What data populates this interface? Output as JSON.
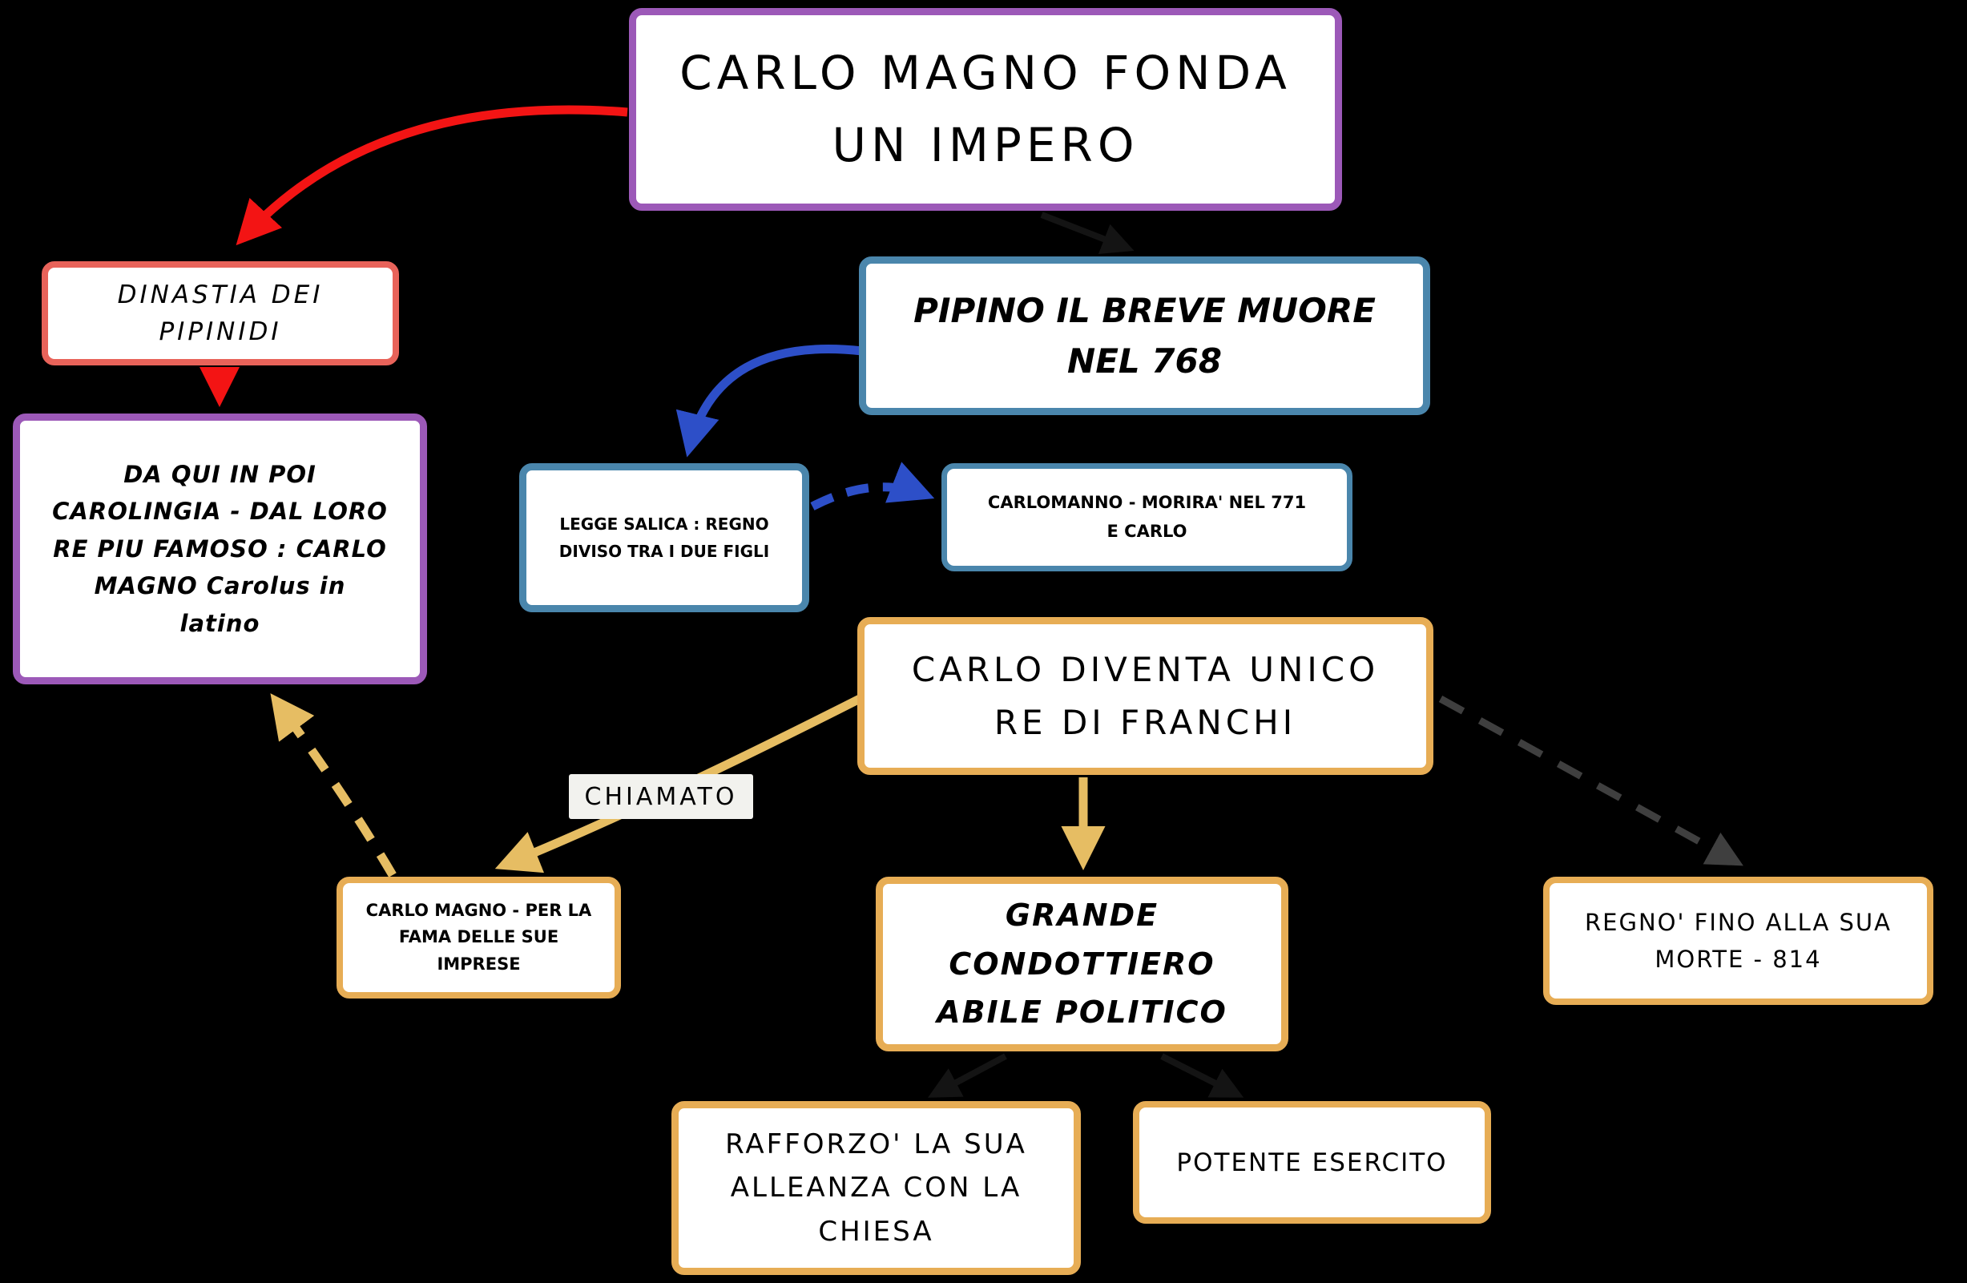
{
  "page": {
    "background": "#000000"
  },
  "colors": {
    "purple": "#9c59b8",
    "red": "#e8635a",
    "blue": "#4a86ac",
    "orange": "#e7ad55",
    "arrow_red": "#f31414",
    "arrow_blue": "#2d4fc8",
    "arrow_tan": "#e6bd63",
    "arrow_dark": "#3f3f3f",
    "arrow_hidden": "#141414",
    "box_bg": "#ffffff",
    "text": "#000000",
    "chiamato_bg": "#f2f2ee"
  },
  "nodes": {
    "title": {
      "text": "CARLO MAGNO FONDA\nUN IMPERO"
    },
    "dinastia": {
      "text": "DINASTIA DEI\nPIPINIDI"
    },
    "carolingia": {
      "text": "DA QUI IN POI\nCAROLINGIA - DAL LORO\nRE PIU FAMOSO : CARLO\nMAGNO Carolus in\nlatino"
    },
    "pipino": {
      "text": "PIPINO IL BREVE MUORE\nNEL 768"
    },
    "legge_salica": {
      "text": "LEGGE SALICA : REGNO\nDIVISO TRA I DUE FIGLI"
    },
    "carlomanno": {
      "text": "CARLOMANNO - MORIRA' NEL 771\nE CARLO"
    },
    "carlo_unico": {
      "text": "CARLO DIVENTA UNICO\nRE DI FRANCHI"
    },
    "chiamato": {
      "text": "CHIAMATO"
    },
    "carlo_fama": {
      "text": "CARLO MAGNO - PER LA\nFAMA DELLE SUE\nIMPRESE"
    },
    "condottiero": {
      "text": "GRANDE\nCONDOTTIERO\nABILE POLITICO"
    },
    "regno": {
      "text": "REGNO' FINO ALLA SUA\nMORTE - 814"
    },
    "rafforzo": {
      "text": "RAFFORZO' LA SUA\nALLEANZA CON LA\nCHIESA"
    },
    "potente": {
      "text": "POTENTE ESERCITO"
    }
  },
  "connections": [
    {
      "from": "title",
      "to": "dinastia",
      "style": "solid-curve",
      "color": "arrow_red"
    },
    {
      "from": "dinastia",
      "to": "carolingia",
      "style": "solid",
      "color": "arrow_red"
    },
    {
      "from": "pipino",
      "to": "legge_salica",
      "style": "solid-curve",
      "color": "arrow_blue"
    },
    {
      "from": "legge_salica",
      "to": "carlomanno",
      "style": "dashed",
      "color": "arrow_blue"
    },
    {
      "from": "carlo_unico",
      "to": "carlo_fama",
      "style": "solid-curve",
      "color": "arrow_tan",
      "label": "CHIAMATO"
    },
    {
      "from": "carlo_fama",
      "to": "carolingia",
      "style": "dashed",
      "color": "arrow_tan"
    },
    {
      "from": "carlo_unico",
      "to": "condottiero",
      "style": "solid",
      "color": "arrow_tan"
    },
    {
      "from": "carlo_unico",
      "to": "regno",
      "style": "dashed",
      "color": "arrow_dark"
    }
  ]
}
